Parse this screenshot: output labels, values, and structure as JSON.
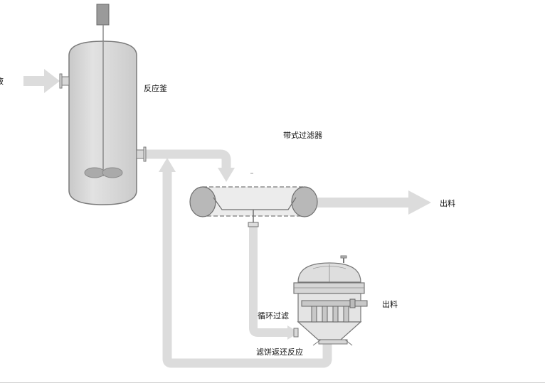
{
  "labels": {
    "inlet_partial": "液",
    "reactor": "反应釜",
    "belt_filter": "带式过滤器",
    "outlet_1": "出料",
    "outlet_2": "出料",
    "circulation_filter": "循环过滤",
    "cake_return": "滤饼返还反应"
  },
  "colors": {
    "pipe": "#dcdcdc",
    "vessel_fill": "#d9d9d9",
    "vessel_stroke": "#7a7a7a",
    "dark_fill": "#b5b5b5"
  }
}
